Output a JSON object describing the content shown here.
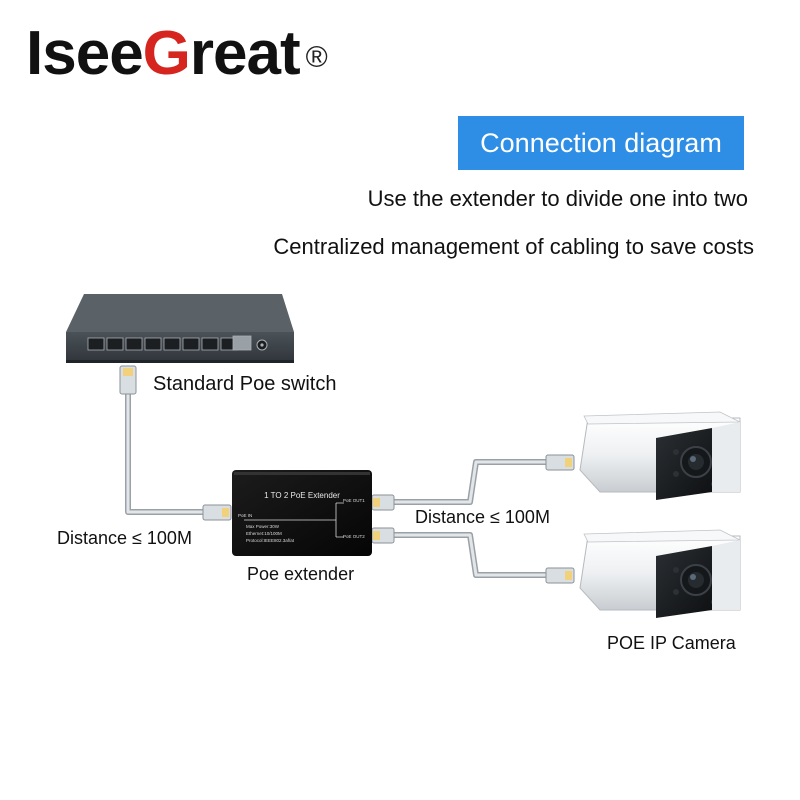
{
  "brand": {
    "logo_prefix": "Isee",
    "logo_accent": "G",
    "logo_suffix": "reat",
    "registered": "®",
    "accent_color": "#d6251f"
  },
  "header": {
    "banner": "Connection diagram",
    "banner_color": "#2e8ee6",
    "line1": "Use the extender to divide one into two",
    "line2": "Centralized management of cabling to save costs"
  },
  "labels": {
    "switch": "Standard Poe switch",
    "distance_left": "Distance ≤ 100M",
    "distance_right": "Distance ≤ 100M",
    "extender": "Poe extender",
    "camera": "POE IP Camera"
  },
  "extender_panel": {
    "title": "1 TO 2 PoE Extender",
    "port_in": "PoE IN",
    "port_out1": "PoE OUT1",
    "port_out2": "PoE OUT2",
    "spec1": "Max Power:30W",
    "spec2": "Ethernet:10/100M",
    "spec3": "Protocol:IEEE802.3af/at"
  }
}
